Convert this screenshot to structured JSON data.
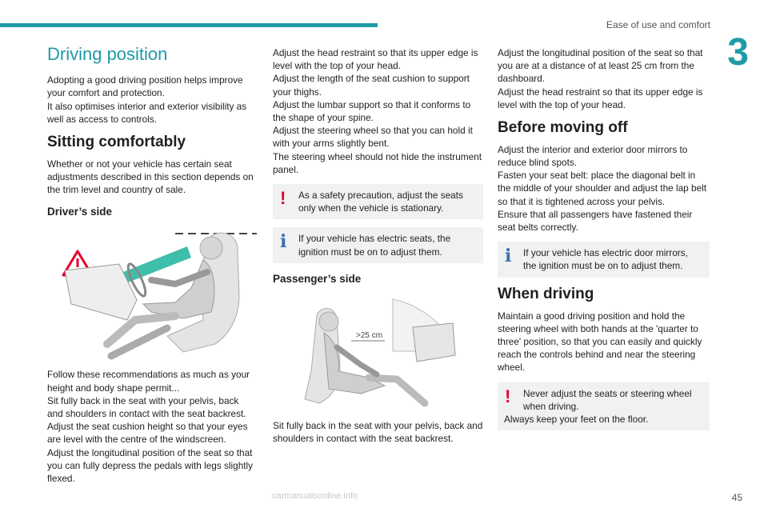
{
  "header": {
    "section": "Ease of use and comfort",
    "chapter": "3"
  },
  "col1": {
    "title": "Driving position",
    "intro": "Adopting a good driving position helps improve your comfort and protection.",
    "intro2": "It also optimises interior and exterior visibility as well as access to controls.",
    "h_sitting": "Sitting comfortably",
    "sitting_text": "Whether or not your vehicle has certain seat adjustments described in this section depends on the trim level and country of sale.",
    "h_driver": "Driver’s side",
    "rec1": "Follow these recommendations as much as your height and body shape permit...",
    "rec2": "Sit fully back in the seat with your pelvis, back and shoulders in contact with the seat backrest.",
    "rec3": "Adjust the seat cushion height so that your eyes are level with the centre of the windscreen.",
    "rec4": "Adjust the longitudinal position of the seat so that you can fully depress the pedals with legs slightly flexed."
  },
  "col2": {
    "l1": "Adjust the head restraint so that its upper edge is level with the top of your head.",
    "l2": "Adjust the length of the seat cushion to support your thighs.",
    "l3": "Adjust the lumbar support so that it conforms to the shape of your spine.",
    "l4": "Adjust the steering wheel so that you can hold it with your arms slightly bent.",
    "l5": "The steering wheel should not hide the instrument panel.",
    "warn1": "As a safety precaution, adjust the seats only when the vehicle is stationary.",
    "info1": "If your vehicle has electric seats, the ignition must be on to adjust them.",
    "h_passenger": "Passenger’s side",
    "distance_label": ">25 cm",
    "pass_text": "Sit fully back in the seat with your pelvis, back and shoulders in contact with the seat backrest."
  },
  "col3": {
    "l1": "Adjust the longitudinal position of the seat so that you are at a distance of at least 25 cm from the dashboard.",
    "l2": "Adjust the head restraint so that its upper edge is level with the top of your head.",
    "h_before": "Before moving off",
    "b1": "Adjust the interior and exterior door mirrors to reduce blind spots.",
    "b2": "Fasten your seat belt: place the diagonal belt in the middle of your shoulder and adjust the lap belt so that it is tightened across your pelvis.",
    "b3": "Ensure that all passengers have fastened their seat belts correctly.",
    "info2": "If your vehicle has electric door mirrors, the ignition must be on to adjust them.",
    "h_when": "When driving",
    "w1": "Maintain a good driving position and hold the steering wheel with both hands at the 'quarter to three' position, so that you can easily and quickly reach the controls behind and near the steering wheel.",
    "warn2": "Never adjust the seats or steering wheel when driving.",
    "warn2b": "Always keep your feet on the floor."
  },
  "footer": {
    "page": "45",
    "watermark": "carmanualsonline.info"
  },
  "colors": {
    "accent": "#1f9ba6",
    "warning": "#e4002b",
    "info": "#3b6fb6",
    "box_bg": "#f0f1f1"
  },
  "icons": [
    "warning-triangle-icon",
    "exclamation-icon",
    "info-icon"
  ]
}
